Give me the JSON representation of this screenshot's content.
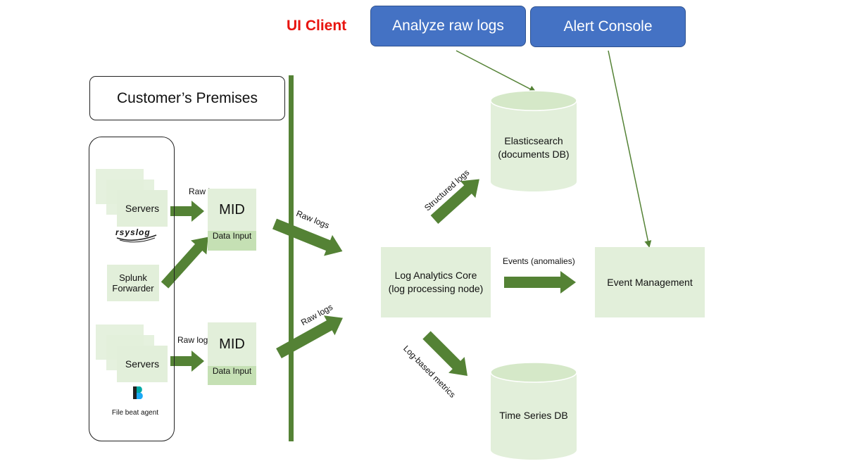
{
  "header": {
    "ui_client": "UI Client",
    "analyze_button": "Analyze raw logs",
    "alert_button": "Alert Console"
  },
  "premises": {
    "title": "Customer’s Premises",
    "servers_top": "Servers",
    "rsyslog_logo": "rsyslog",
    "splunk": "Splunk Forwarder",
    "servers_bottom": "Servers",
    "filebeat": "File beat agent"
  },
  "mid": [
    {
      "title": "MID",
      "subtitle": "Data Input",
      "arrow_label": "Raw logs"
    },
    {
      "title": "MID",
      "subtitle": "Data Input",
      "arrow_label": "Raw logs"
    }
  ],
  "flow_labels": {
    "raw_logs_top": "Raw logs",
    "raw_logs_bottom": "Raw logs",
    "structured_logs": "Structured logs",
    "events": "Events (anomalies)",
    "metrics": "Log-based metrics"
  },
  "core": {
    "line1": "Log Analytics Core",
    "line2": "(log processing node)"
  },
  "elasticsearch": {
    "line1": "Elasticsearch",
    "line2": "(documents DB)"
  },
  "timeseries": {
    "label": "Time Series DB"
  },
  "event_management": {
    "label": "Event Management"
  },
  "colors": {
    "arrow_green": "#548235",
    "box_green": "#e2efda",
    "button_blue": "#4472c4",
    "ui_client_red": "#e8140f"
  }
}
